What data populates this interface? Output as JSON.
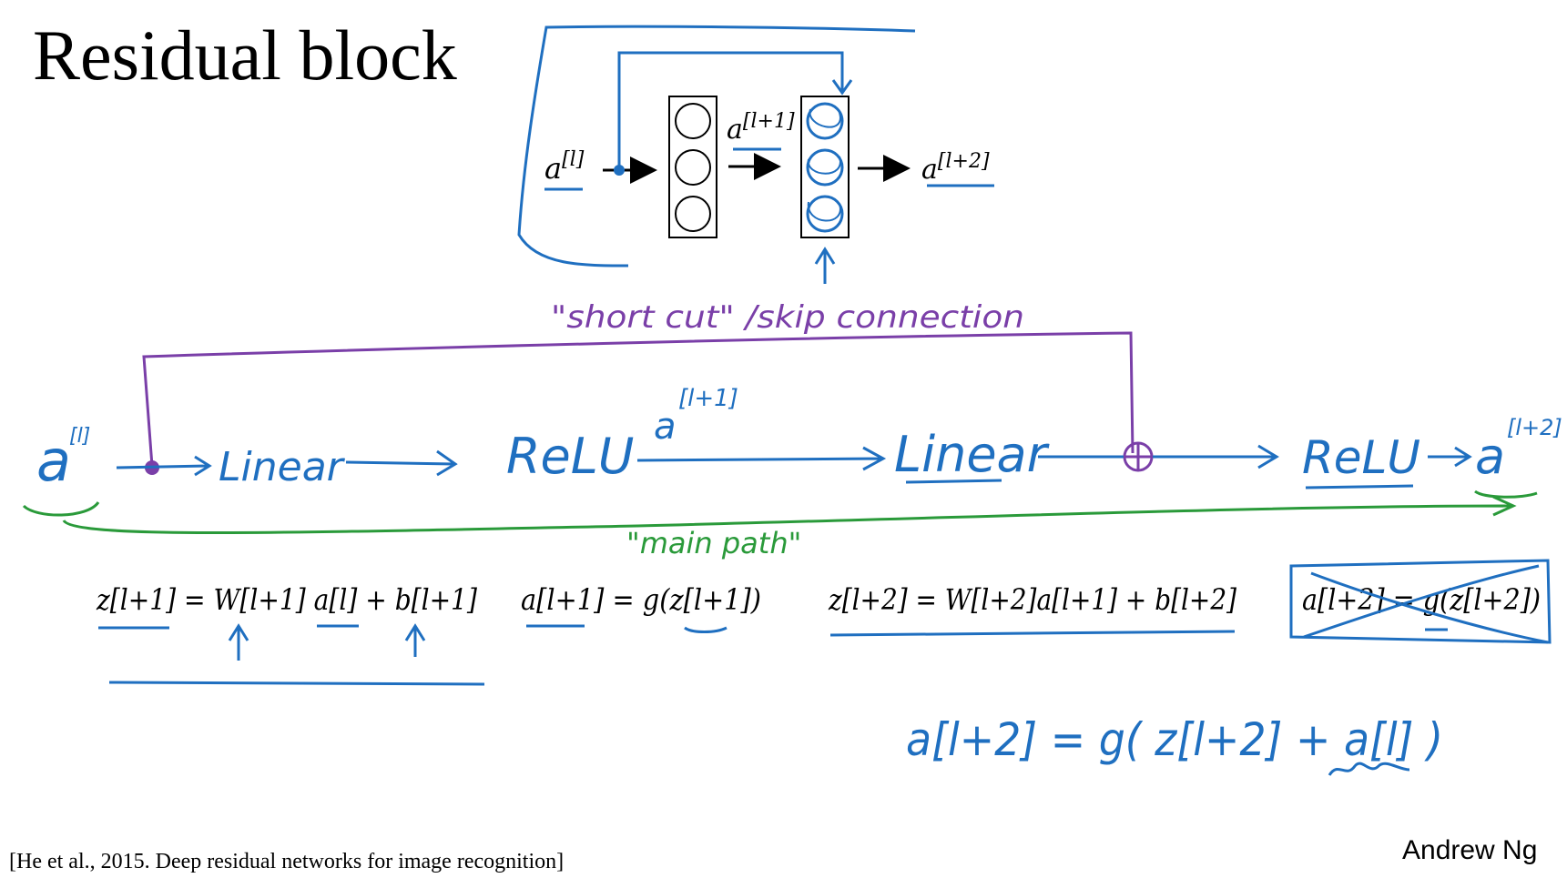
{
  "title": "Residual block",
  "citation": "[He et al., 2015. Deep residual networks for image recognition]",
  "author": "Andrew Ng",
  "top_network": {
    "input_label": "a",
    "input_sup": "[l]",
    "hidden_label": "a",
    "hidden_sup": "[l+1]",
    "output_label": "a",
    "output_sup": "[l+2]"
  },
  "skip_label": "\"short cut\" /skip connection",
  "main_path": {
    "input": "a",
    "input_sup": "[l]",
    "linear1": "Linear",
    "relu1": "ReLU",
    "mid_a": "a",
    "mid_sup": "[l+1]",
    "linear2": "Linear",
    "relu2": "ReLU",
    "output": "a",
    "output_sup": "[l+2]",
    "label": "\"main path\""
  },
  "equations": {
    "eq1": "z[l+1] = W[l+1] a[l] + b[l+1]",
    "eq2": "a[l+1] = g(z[l+1])",
    "eq3": "z[l+2] = W[l+2]a[l+1] + b[l+2]",
    "eq4": "a[l+2] = g(z[l+2])",
    "eq5": "a[l+2] = g( z[l+2] + a[l] )"
  },
  "colors": {
    "blue": "#1f6fc0",
    "purple": "#7a3fa8",
    "green": "#2a9a3a"
  }
}
